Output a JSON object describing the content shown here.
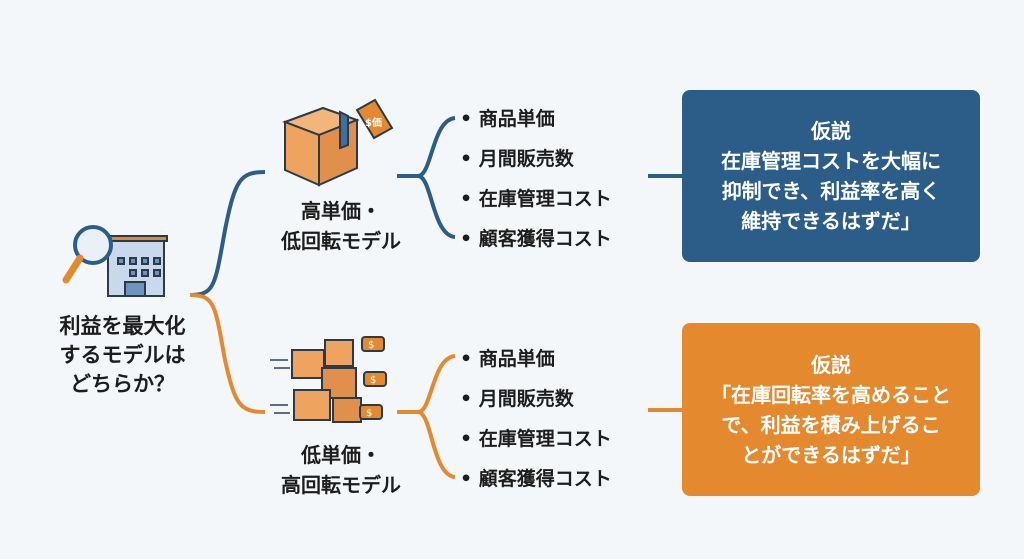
{
  "question": [
    "利益を最大化",
    "するモデルは",
    "どちらか？"
  ],
  "models": [
    {
      "name_lines": [
        "高単価・",
        "低回転モデル"
      ],
      "color": "#2c5d88",
      "factors": [
        "商品単価",
        "月間販売数",
        "在庫管理コスト",
        "顧客獲得コスト"
      ],
      "hypothesis": {
        "title": "仮説",
        "lines": [
          "在庫管理コストを大幅に",
          "抑制でき、利益率を高く",
          "維持できるはずだ」"
        ]
      }
    },
    {
      "name_lines": [
        "低単価・",
        "高回転モデル"
      ],
      "color": "#e5892f",
      "factors": [
        "商品単価",
        "月間販売数",
        "在庫管理コスト",
        "顧客獲得コスト"
      ],
      "hypothesis": {
        "title": "仮説",
        "lines": [
          "「在庫回転率を高めること",
          "で、利益を積み上げるこ",
          "とができるはずだ」"
        ]
      }
    }
  ],
  "price_tag_labels": [
    "$価",
    "$"
  ]
}
